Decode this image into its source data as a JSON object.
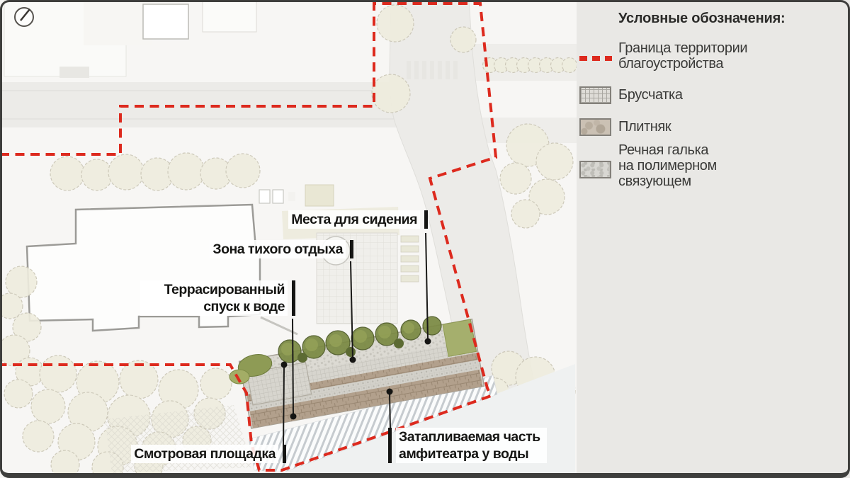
{
  "legend": {
    "title": "Условные обозначения:",
    "items": [
      {
        "id": "boundary",
        "swatch": "dashed-red-line",
        "label": "Граница территории благоустройства"
      },
      {
        "id": "cobblestone",
        "swatch": "cobblestone-grid",
        "label": "Брусчатка"
      },
      {
        "id": "flagstone",
        "swatch": "flagstone",
        "label": "Плитняк"
      },
      {
        "id": "pebbles",
        "swatch": "river-pebbles",
        "label": "Речная галька на полимерном связующем"
      }
    ]
  },
  "map_labels": [
    {
      "id": "seating",
      "text": "Места для сидения"
    },
    {
      "id": "quiet-zone",
      "text": "Зона тихого отдыха"
    },
    {
      "id": "terraced-descent",
      "text": "Террасированный спуск к воде"
    },
    {
      "id": "viewpoint",
      "text": "Смотровая площадка"
    },
    {
      "id": "flooded-amphitheater",
      "text": "Затапливаемая часть амфитеатра у воды"
    }
  ],
  "colors": {
    "boundary_red": "#dd2a1e",
    "legend_panel_bg": "#e9e8e5",
    "map_bg": "#f7f6f4",
    "label_text": "#161614",
    "lawn_green": "#a5af6d",
    "tree_green": "#7a8942",
    "flagstone_tan": "#b2a08c",
    "paving_gray": "#d7d5ce",
    "frame_border": "#3e3e3c"
  }
}
